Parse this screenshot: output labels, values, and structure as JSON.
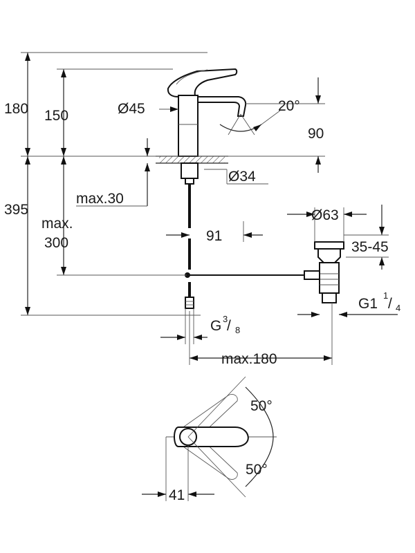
{
  "dimensions": {
    "height_total": "180",
    "height_spout": "150",
    "spout_diameter": "Ø45",
    "spout_angle": "20°",
    "spout_projection": "90",
    "hole_diameter": "Ø34",
    "max_thickness": "max.30",
    "below_deck": "395",
    "max_300_a": "max.",
    "max_300_b": "300",
    "offset_91": "91",
    "waste_diameter": "Ø63",
    "range": "35-45",
    "waste_thread_main": "G1",
    "waste_thread_num": "1",
    "waste_thread_den": "4",
    "supply_thread_main": "G",
    "supply_thread_num": "3",
    "supply_thread_den": "8",
    "max_180": "max.180",
    "lever_angle_top": "50°",
    "lever_angle_bottom": "50°",
    "offset_41": "41"
  }
}
